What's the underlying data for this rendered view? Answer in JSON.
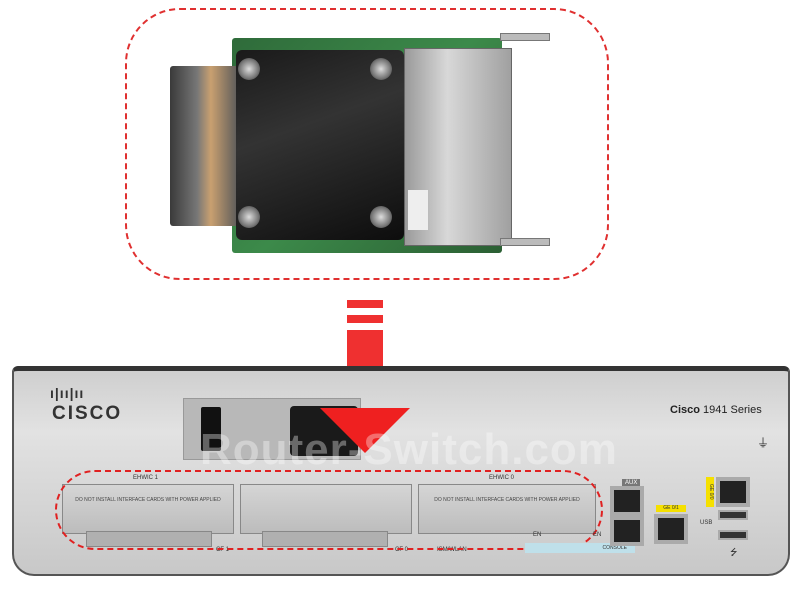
{
  "card_module": {
    "description_hidden": true
  },
  "router": {
    "logo": "CISCO",
    "model_brand": "Cisco",
    "model_series": "1941 Series",
    "watermark": "Router-Switch.com",
    "slots": [
      {
        "label": "EHWIC 1",
        "warning": "DO NOT INSTALL INTERFACE CARDS WITH POWER APPLIED"
      },
      {
        "label": "",
        "warning": ""
      },
      {
        "label": "EHWIC 0",
        "warning": "DO NOT INSTALL INTERFACE CARDS WITH POWER APPLIED"
      }
    ],
    "bottom_labels": {
      "cf1": "CF 1",
      "cf0": "CF 0",
      "ism": "ISM/WLAN",
      "console": "CONSOLE",
      "aux": "AUX",
      "ge01": "GE 0/1",
      "ge00": "GE 0/0",
      "usb": "USB",
      "en1": "EN",
      "en2": "EN"
    }
  },
  "colors": {
    "highlight": "#e03030",
    "arrow": "#ef3030"
  }
}
